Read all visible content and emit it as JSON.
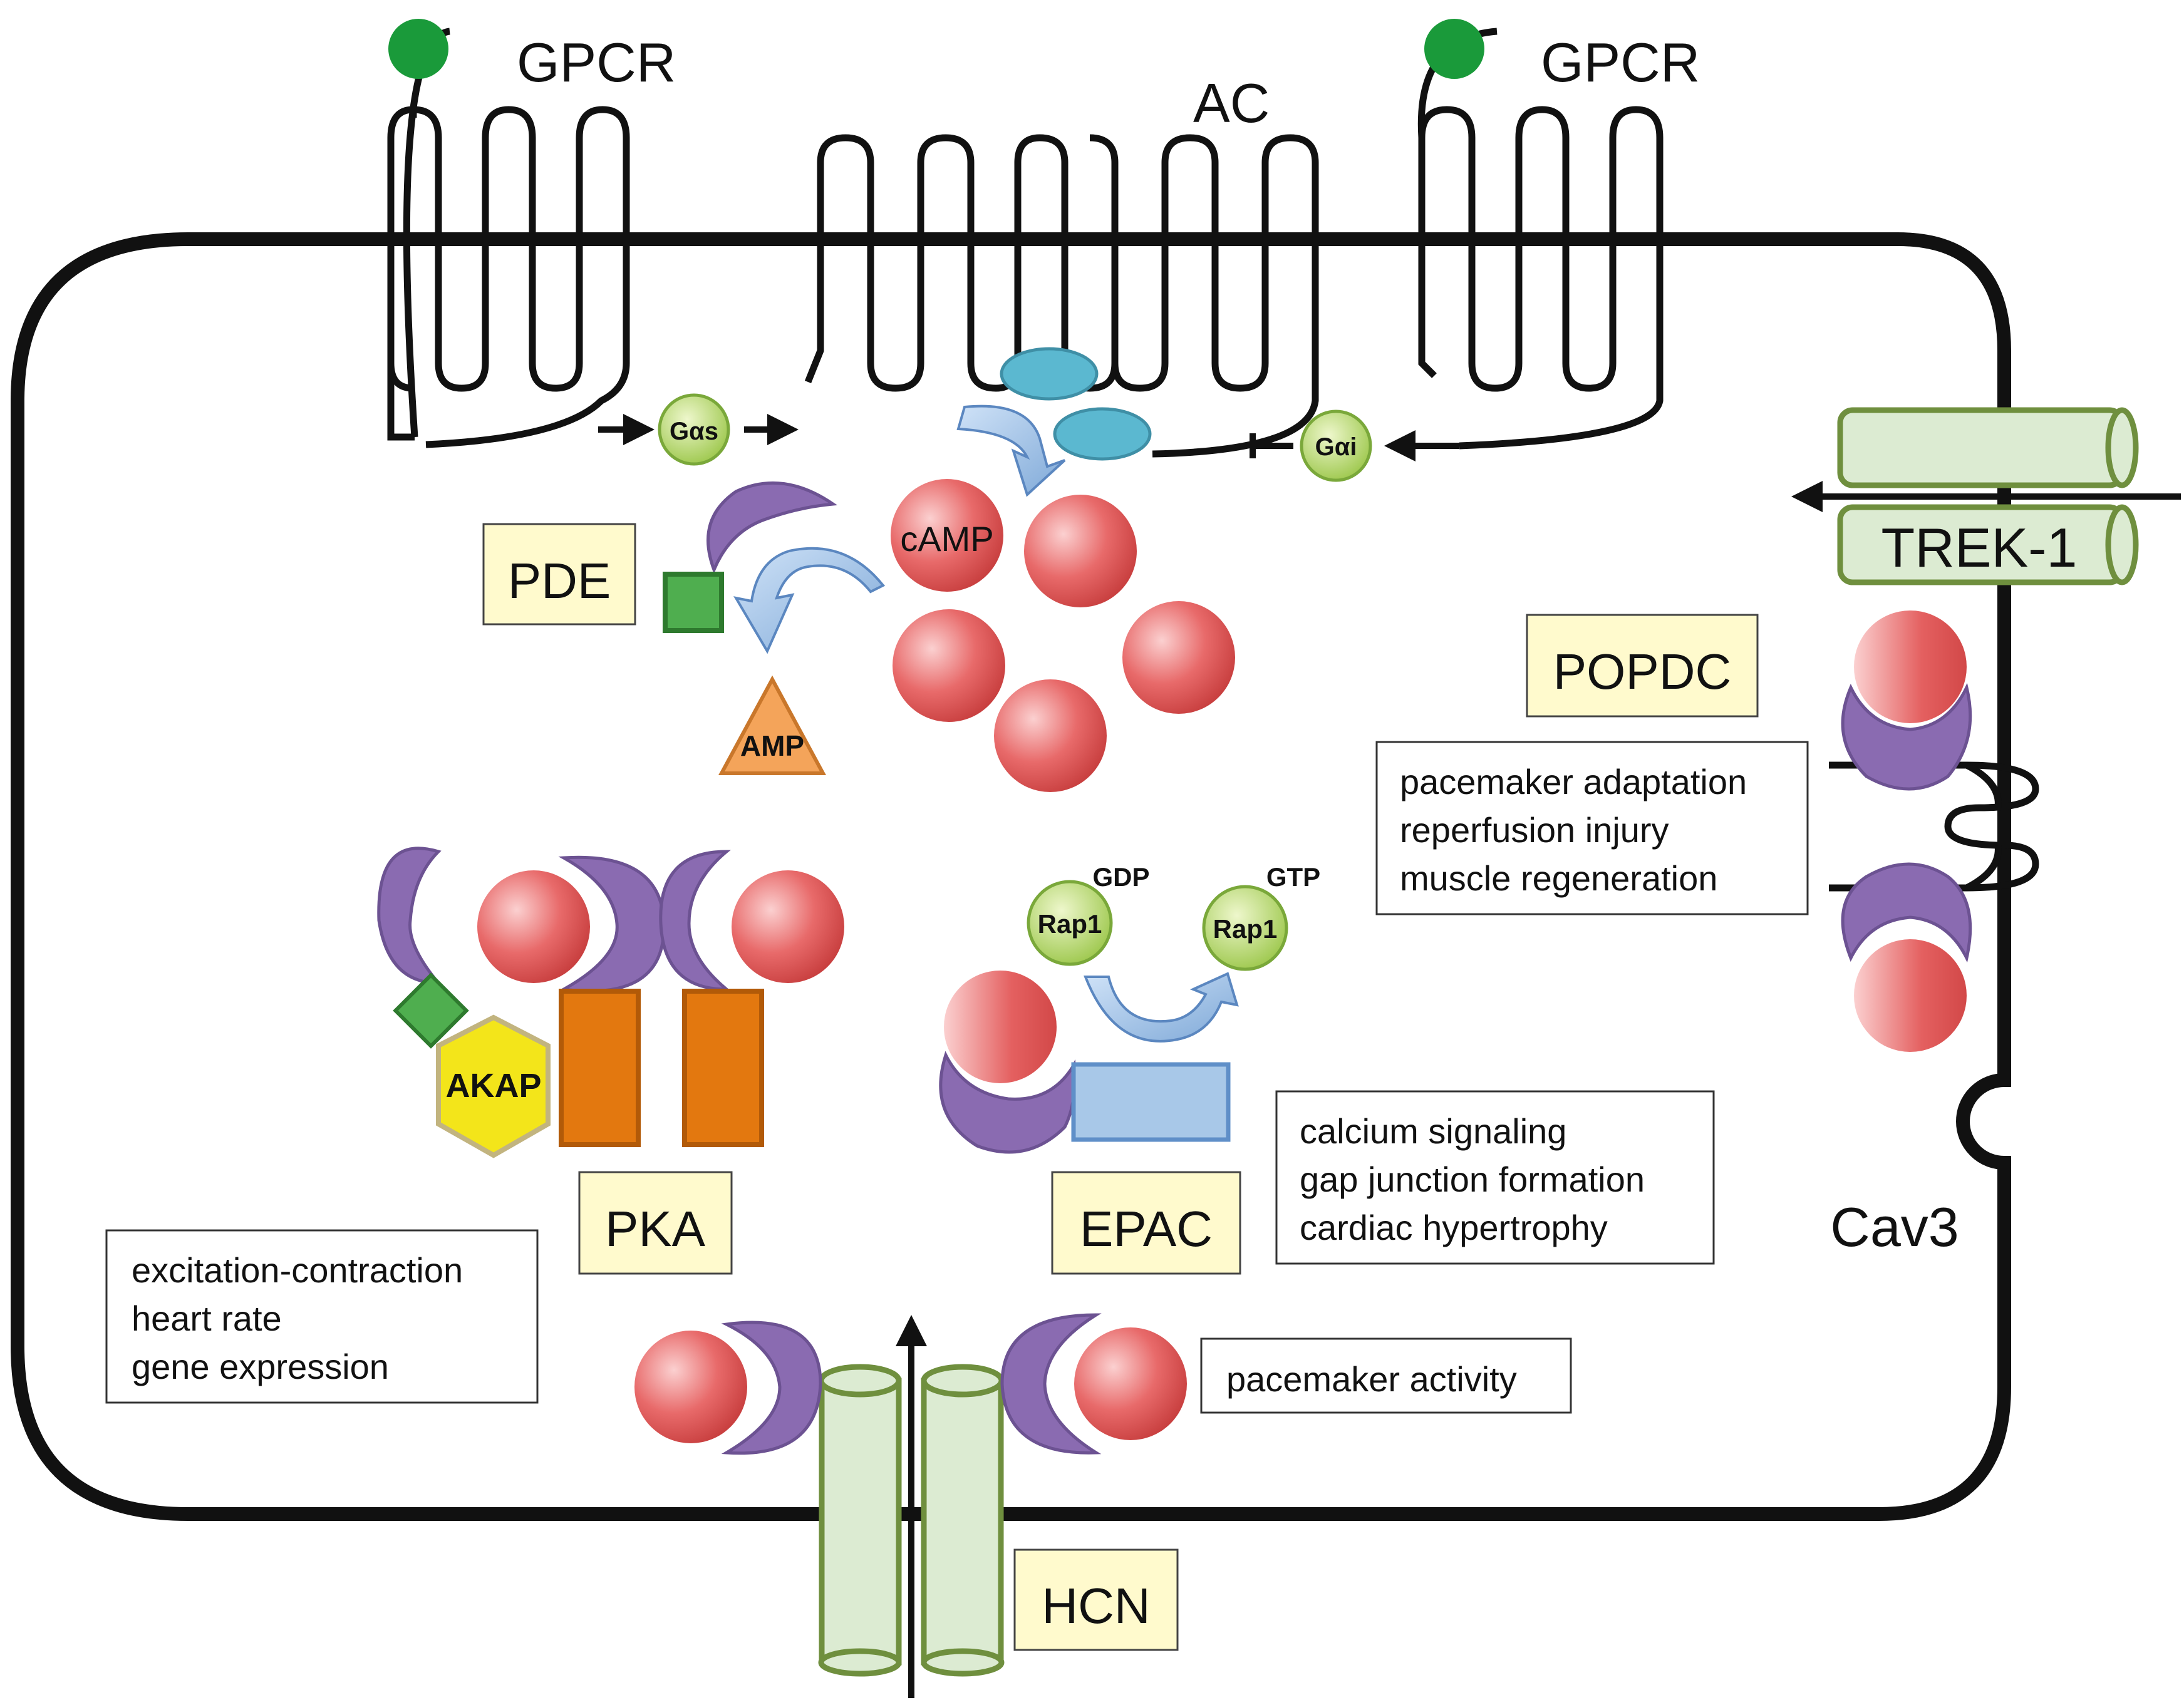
{
  "receptors": {
    "gpcr_left": "GPCR",
    "gpcr_right": "GPCR",
    "ac": "AC"
  },
  "g_proteins": {
    "gas": "Gαs",
    "gai": "Gαi"
  },
  "molecules": {
    "camp": "cAMP",
    "amp": "AMP",
    "akap": "AKAP",
    "rap1_gdp": "Rap1",
    "rap1_gtp": "Rap1",
    "gdp": "GDP",
    "gtp": "GTP"
  },
  "effectors": {
    "pde": "PDE",
    "pka": "PKA",
    "epac": "EPAC",
    "popdc": "POPDC",
    "hcn": "HCN",
    "trek1": "TREK-1",
    "cav3": "Cav3"
  },
  "function_boxes": {
    "pka_functions": [
      "excitation-contraction",
      "heart rate",
      "gene expression"
    ],
    "epac_functions": [
      "calcium signaling",
      "gap junction formation",
      "cardiac hypertrophy"
    ],
    "popdc_functions": [
      "pacemaker adaptation",
      "reperfusion injury",
      "muscle regeneration"
    ],
    "hcn_functions": [
      "pacemaker activity"
    ]
  },
  "colors": {
    "camp_red": "#e35a5a",
    "regulatory_purple": "#8a6bb1",
    "catalytic_orange": "#e3780f",
    "ac_blue": "#5bb8d0",
    "g_protein_green": "#b6d96a",
    "channel_green": "#dcebd2",
    "label_yellow": "#fffacd",
    "akap_yellow": "#f3e51a",
    "amp_orange": "#f4a45a",
    "epac_blue": "#a8c8e8"
  }
}
